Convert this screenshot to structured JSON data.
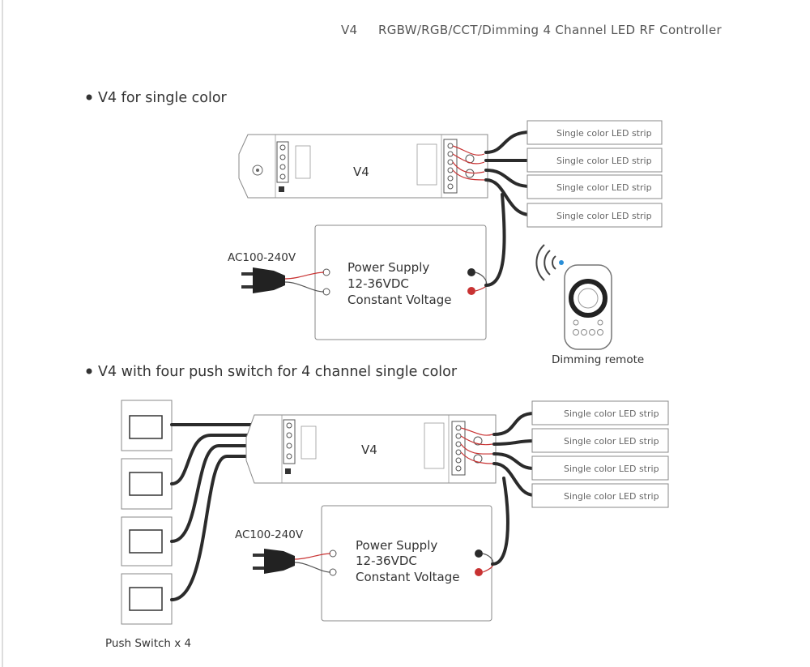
{
  "header": {
    "model": "V4",
    "title": "RGBW/RGB/CCT/Dimming 4 Channel LED RF Controller"
  },
  "sections": [
    {
      "title": "V4 for single color",
      "controller_label": "V4",
      "ac_label": "AC100-240V",
      "power_supply": [
        "Power Supply",
        "12-36VDC",
        "Constant Voltage"
      ],
      "led_strips": [
        "Single color LED strip",
        "Single color LED strip",
        "Single color LED strip",
        "Single color LED strip"
      ],
      "remote_label": "Dimming remote"
    },
    {
      "title": "V4 with four push switch for 4 channel single color",
      "controller_label": "V4",
      "ac_label": "AC100-240V",
      "power_supply": [
        "Power Supply",
        "12-36VDC",
        "Constant Voltage"
      ],
      "led_strips": [
        "Single color LED strip",
        "Single color LED strip",
        "Single color LED strip",
        "Single color LED strip"
      ],
      "switch_label": "Push Switch x 4"
    }
  ],
  "colors": {
    "wire": "#2b2b2b",
    "positive": "#c83232",
    "signal": "#2a8fd8"
  },
  "icons": [
    "plug-icon",
    "signal-wave-icon",
    "remote-control-icon",
    "push-switch-icon"
  ]
}
